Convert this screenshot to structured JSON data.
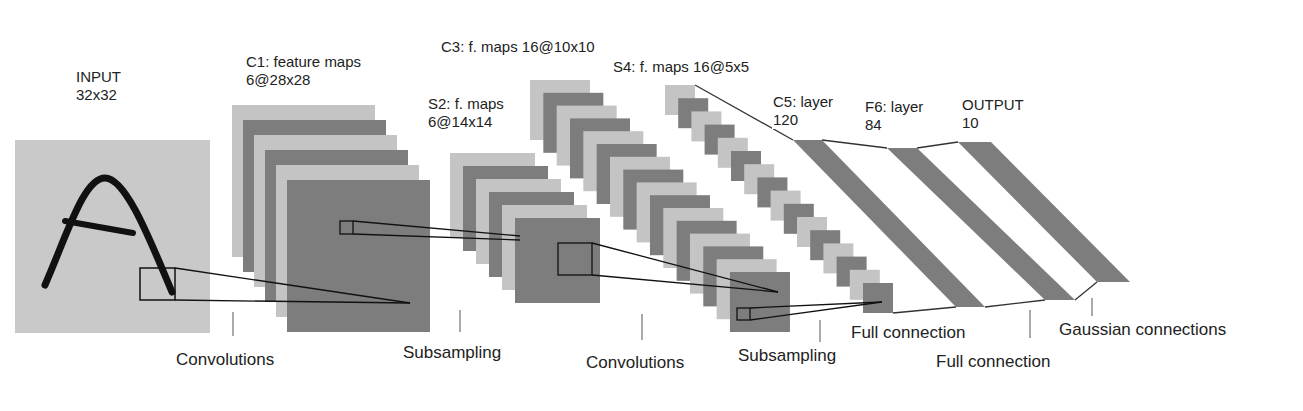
{
  "diagram": {
    "nodes": [
      {
        "text": [
          "INPUT 32x32"
        ]
      },
      {
        "text": [
          "C1: feature maps 6@28x28"
        ]
      },
      {
        "text": [
          "S2: f. maps 6@14x14"
        ]
      },
      {
        "text": [
          "C3: f. maps 16@10x10"
        ]
      },
      {
        "text": [
          "S4: f. maps 16@5x5"
        ]
      },
      {
        "text": [
          "C5: layer 120"
        ]
      },
      {
        "text": [
          "F6: layer 84"
        ]
      },
      {
        "text": [
          "OUTPUT 10"
        ]
      }
    ],
    "edges": [
      {
        "from": 4,
        "to": 5,
        "arrow": "none"
      },
      {
        "from": 5,
        "to": 6,
        "arrow": "none"
      },
      {
        "from": 6,
        "to": 7,
        "arrow": "none"
      }
    ],
    "labels": [
      "Convolutions",
      "Subsampling",
      "Convolutions",
      "Subsampling",
      "Full connection",
      "Full connection",
      "Gaussian connections"
    ]
  }
}
